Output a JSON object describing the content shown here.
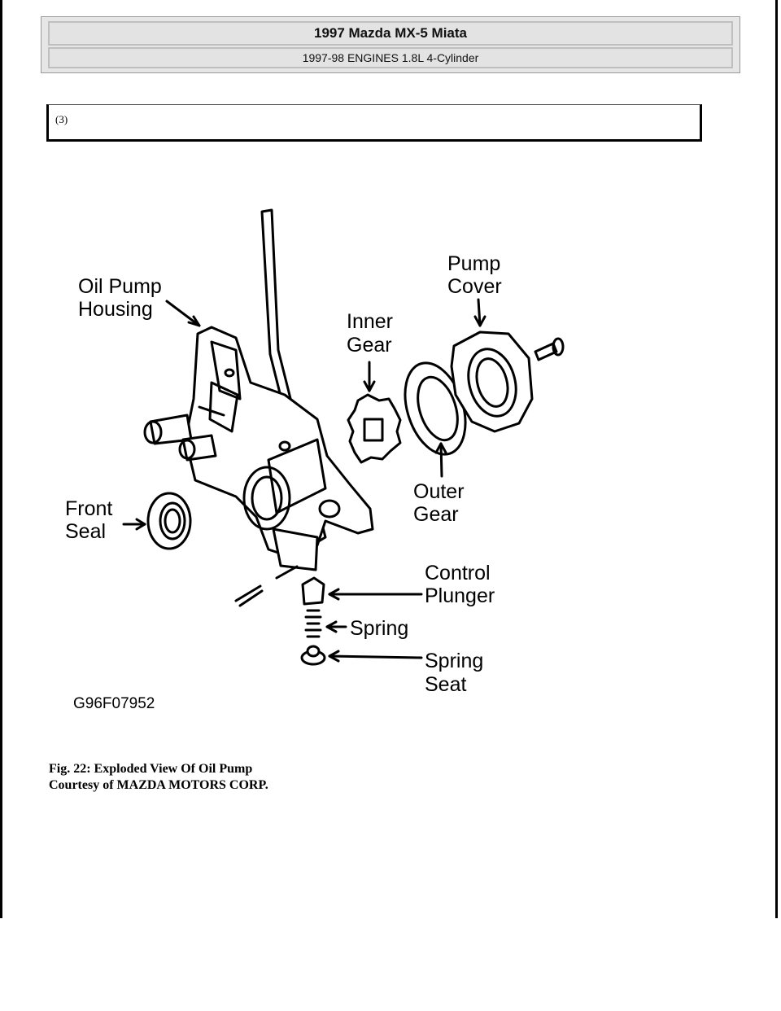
{
  "header": {
    "title": "1997 Mazda MX-5 Miata",
    "subtitle": "1997-98 ENGINES 1.8L 4-Cylinder"
  },
  "note": {
    "label": "(3)"
  },
  "figure": {
    "labels": {
      "oil_pump_housing_1": "Oil Pump",
      "oil_pump_housing_2": "Housing",
      "pump_cover_1": "Pump",
      "pump_cover_2": "Cover",
      "inner_gear_1": "Inner",
      "inner_gear_2": "Gear",
      "outer_gear_1": "Outer",
      "outer_gear_2": "Gear",
      "front_seal_1": "Front",
      "front_seal_2": "Seal",
      "control_plunger_1": "Control",
      "control_plunger_2": "Plunger",
      "spring": "Spring",
      "spring_seat_1": "Spring",
      "spring_seat_2": "Seat",
      "code": "G96F07952"
    }
  },
  "caption": {
    "title": "Fig. 22: Exploded View Of Oil Pump",
    "courtesy": "Courtesy of MAZDA MOTORS CORP."
  }
}
